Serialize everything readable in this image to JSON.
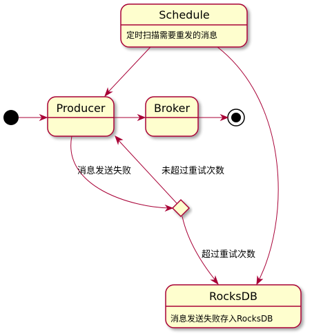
{
  "states": {
    "schedule": {
      "title": "Schedule",
      "description": "定时扫描需要重发的消息"
    },
    "producer": {
      "title": "Producer"
    },
    "broker": {
      "title": "Broker"
    },
    "rocksdb": {
      "title": "RocksDB",
      "description": "消息发送失败存入RocksDB"
    }
  },
  "edges": {
    "producer_to_choice": "消息发送失败",
    "choice_to_producer": "未超过重试次数",
    "choice_to_rocksdb": "超过重试次数"
  },
  "colors": {
    "state_fill": "#FEFECE",
    "state_border": "#A80036",
    "arrow": "#A80036",
    "start_node": "#000000"
  }
}
